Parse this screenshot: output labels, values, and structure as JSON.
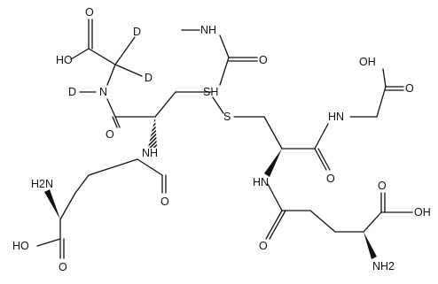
{
  "molecule": {
    "atom_labels": {
      "oh_top": "HO",
      "o_top": "O",
      "d_1": "D",
      "d_2": "D",
      "d_n": "D",
      "n_d": "N",
      "o_amide_left": "O",
      "nh_left": "NH",
      "h2n_left": "H2N",
      "o_glu_left_amide": "O",
      "oh_glu_left": "HO",
      "o_glu_left_acid": "O",
      "nh_methyl": "NH",
      "o_carbamoyl": "O",
      "sh": "SH",
      "s_bridge": "S",
      "oh_gly_right": "OH",
      "o_gly_right": "O",
      "hn_gly_right": "HN",
      "o_amide_right": "O",
      "hn_right": "HN",
      "o_glu_right_amide": "O",
      "oh_glu_right": "OH",
      "o_glu_right_acid": "O",
      "nh2_right": "NH2"
    }
  }
}
